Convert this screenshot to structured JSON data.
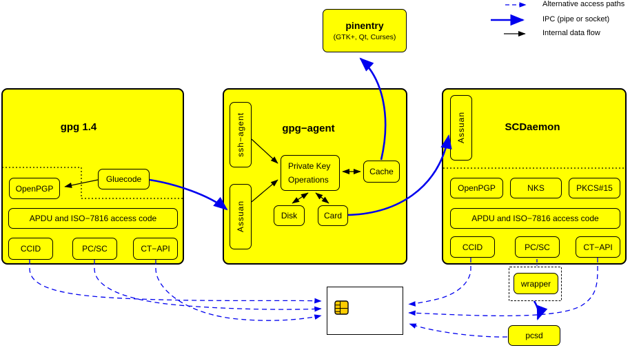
{
  "colors": {
    "box_fill": "#ffff00",
    "ipc_blue": "#0000ee",
    "alt_blue": "#0000ee",
    "internal_black": "#000000",
    "chip_gold": "#ffcc00"
  },
  "legend": {
    "alt": "Alternative access paths",
    "ipc": "IPC (pipe or socket)",
    "internal": "Internal data flow"
  },
  "pinentry": {
    "title": "pinentry",
    "subtitle": "(GTK+, Qt, Curses)"
  },
  "gpg14": {
    "title": "gpg 1.4",
    "gluecode": "Gluecode",
    "openpgp": "OpenPGP",
    "apdu": "APDU and ISO−7816 access code",
    "ccid": "CCID",
    "pcsc": "PC/SC",
    "ctapi": "CT−API"
  },
  "gpgagent": {
    "title": "gpg−agent",
    "ssh_agent": "ssh−agent",
    "assuan": "Assuan",
    "pko1": "Private Key",
    "pko2": "Operations",
    "cache": "Cache",
    "disk": "Disk",
    "card": "Card"
  },
  "scdaemon": {
    "title": "SCDaemon",
    "assuan": "Assuan",
    "openpgp": "OpenPGP",
    "nks": "NKS",
    "pkcs15": "PKCS#15",
    "apdu": "APDU and ISO−7816 access code",
    "ccid": "CCID",
    "pcsc": "PC/SC",
    "ctapi": "CT−API"
  },
  "external": {
    "wrapper": "wrapper",
    "pcsd": "pcsd"
  }
}
